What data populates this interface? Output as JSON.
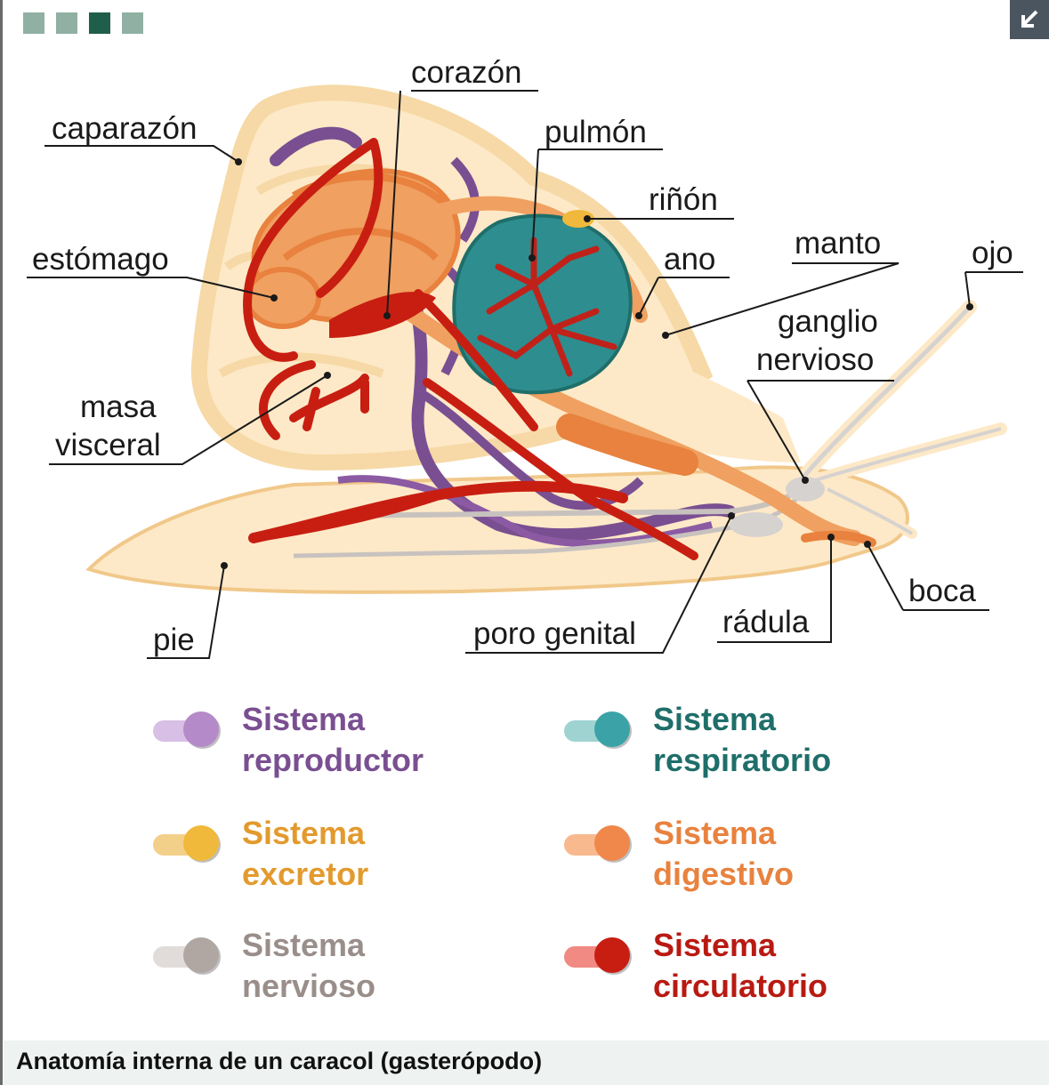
{
  "view_tabs": [
    {
      "label": "",
      "active": false
    },
    {
      "label": "",
      "active": false
    },
    {
      "label": "",
      "active": true
    },
    {
      "label": "",
      "active": false
    }
  ],
  "expand_icon": "collapse-arrow-icon",
  "diagram": {
    "labels": {
      "corazon": "corazón",
      "caparazon": "caparazón",
      "pulmon": "pulmón",
      "rinon": "riñón",
      "estomago": "estómago",
      "ano": "ano",
      "manto": "manto",
      "ojo": "ojo",
      "ganglio_line1": "ganglio",
      "ganglio_line2": "nervioso",
      "masa_line1": "masa",
      "masa_line2": "visceral",
      "pie": "pie",
      "poro_genital": "poro genital",
      "radula": "rádula",
      "boca": "boca"
    }
  },
  "legend": [
    {
      "line1": "Sistema",
      "line2": "reproductor",
      "color": "#7a4f91",
      "track": "#d8bfe6",
      "knob": "#b58ac9"
    },
    {
      "line1": "Sistema",
      "line2": "respiratorio",
      "color": "#1f6e6a",
      "track": "#9fd3d2",
      "knob": "#3ba3a7"
    },
    {
      "line1": "Sistema",
      "line2": "excretor",
      "color": "#e39a2d",
      "track": "#f3d08a",
      "knob": "#f0b93b"
    },
    {
      "line1": "Sistema",
      "line2": "digestivo",
      "color": "#e8823e",
      "track": "#f8b98f",
      "knob": "#f0884b"
    },
    {
      "line1": "Sistema",
      "line2": "nervioso",
      "color": "#9a8e8a",
      "track": "#e1dcda",
      "knob": "#b0a6a2"
    },
    {
      "line1": "Sistema",
      "line2": "circulatorio",
      "color": "#b81a12",
      "track": "#f08a82",
      "knob": "#c81e12"
    }
  ],
  "caption": "Anatomía interna de un caracol (gasterópodo)",
  "colors": {
    "shell_outer": "#f6d9a6",
    "body": "#fde9c7",
    "tab_active": "#1f5e4a",
    "tab_inactive": "#8fb0a2"
  }
}
